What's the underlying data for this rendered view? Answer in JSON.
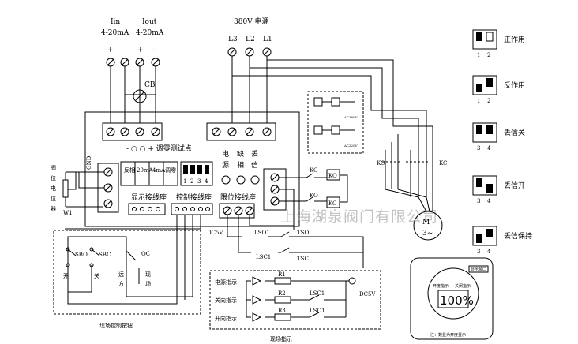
{
  "top": {
    "iin": "Iin",
    "iin_range": "4-20mA",
    "iout": "Iout",
    "iout_range": "4-20mA",
    "power": "380V 电源",
    "l3": "L3",
    "l2": "L2",
    "l1": "L1",
    "plus": "+",
    "minus": "-",
    "cb": "CB"
  },
  "panel": {
    "zero_test": "- ○ ○ + 调零测试点",
    "gnd": "GND",
    "pot_label": [
      "阀",
      "位",
      "电",
      "位",
      "器"
    ],
    "w1": "W1",
    "sw_labels": [
      "反相",
      "20mA",
      "4mA",
      "调零"
    ],
    "dip_nums": [
      "1",
      "2",
      "3",
      "4"
    ],
    "display_terminal": "显示接线座",
    "control_terminal": "控制接线座",
    "limit_terminal": "限位接线座",
    "power_col": [
      "电",
      "源"
    ],
    "phase_col": [
      "缺",
      "相"
    ],
    "loss_col": [
      "丢",
      "信"
    ],
    "kc": "KC",
    "ko": "KO",
    "dc5v": "DC5V",
    "small_rating_1": "AC380V",
    "small_rating_2": "AC220V"
  },
  "switches": {
    "lso1": "LSO1",
    "lsc1": "LSC1",
    "tso": "TSO",
    "tsc": "TSC"
  },
  "motor": {
    "label_m": "M",
    "label_3": "3~",
    "ko": "KO",
    "kc": "KC"
  },
  "right_dips": [
    {
      "label": "正作用",
      "n1": "1",
      "n2": "2"
    },
    {
      "label": "反作用",
      "n1": "1",
      "n2": "2"
    },
    {
      "label": "丢信关",
      "n1": "3",
      "n2": "4"
    },
    {
      "label": "丢信开",
      "n1": "3",
      "n2": "4"
    },
    {
      "label": "丢信保持",
      "n1": "3",
      "n2": "4"
    }
  ],
  "field_control": {
    "title": "现场控制按钮",
    "sbo": "SBO",
    "sbc": "SBC",
    "qc": "QC",
    "open": "开",
    "close": "关",
    "remote": [
      "远",
      "方"
    ],
    "local": [
      "现",
      "场"
    ]
  },
  "indicator": {
    "title": "现场指示",
    "power_ind": "电源指示",
    "close_ind": "关向指示",
    "open_ind": "开向指示",
    "r1": "R1",
    "r2": "R2",
    "r3": "R3",
    "lsc1": "LSC1",
    "lso1": "LSO1",
    "dc5v": "DC5V"
  },
  "display": {
    "header": "显示窗口",
    "value": "100%",
    "left_label": "开度指示",
    "right_label": "关闭指示",
    "note": "注：数显为开度显示"
  },
  "watermark": "上海湖泉阀门有限公司"
}
